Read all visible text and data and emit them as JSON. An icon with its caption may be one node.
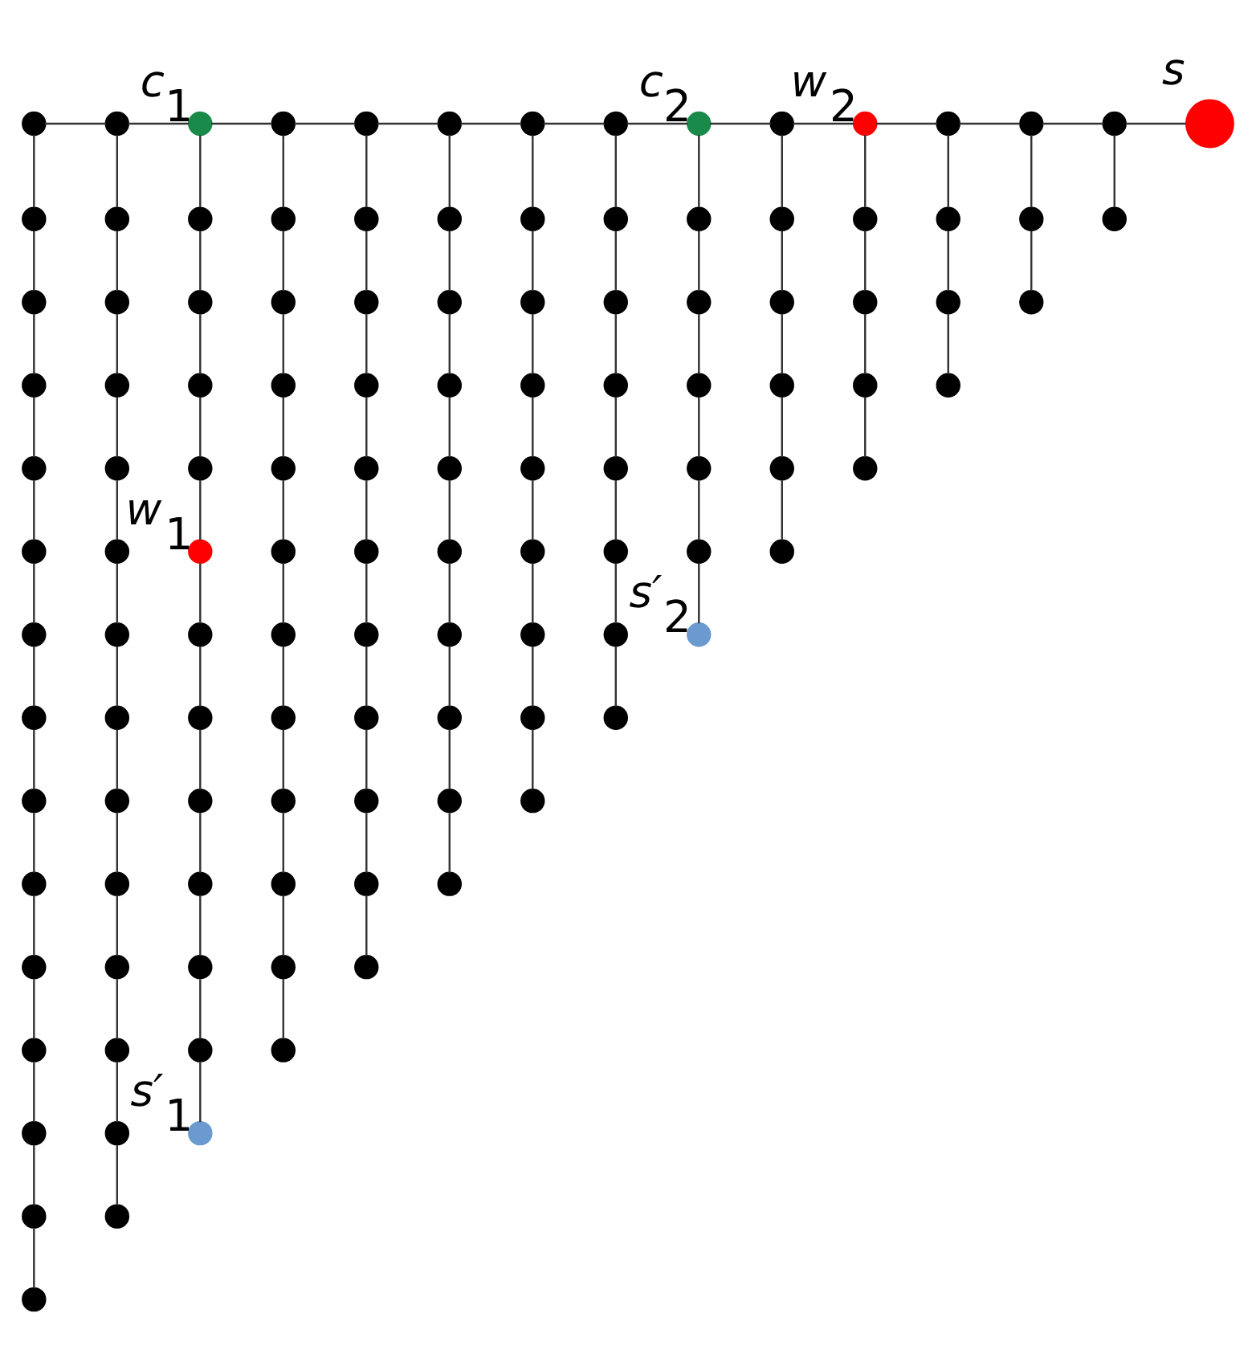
{
  "diagram": {
    "nodes": [
      {
        "text": [],
        "shape": "circle"
      },
      {
        "text": [],
        "shape": "circle"
      },
      {
        "text": [],
        "shape": "circle"
      },
      {
        "text": [],
        "shape": "circle"
      },
      {
        "text": [],
        "shape": "circle"
      },
      {
        "text": [],
        "shape": "circle"
      },
      {
        "text": [],
        "shape": "circle"
      },
      {
        "text": [],
        "shape": "circle"
      },
      {
        "text": [],
        "shape": "circle"
      },
      {
        "text": [],
        "shape": "circle"
      },
      {
        "text": [],
        "shape": "circle"
      },
      {
        "text": [],
        "shape": "circle"
      },
      {
        "text": [],
        "shape": "circle"
      },
      {
        "text": [],
        "shape": "circle"
      },
      {
        "text": [],
        "shape": "circle"
      },
      {
        "text": [],
        "shape": "circle"
      },
      {
        "text": [],
        "shape": "circle"
      },
      {
        "text": [],
        "shape": "circle"
      },
      {
        "text": [],
        "shape": "circle"
      },
      {
        "text": [],
        "shape": "circle"
      },
      {
        "text": [],
        "shape": "circle"
      },
      {
        "text": [],
        "shape": "circle"
      },
      {
        "text": [],
        "shape": "circle"
      },
      {
        "text": [],
        "shape": "circle"
      },
      {
        "text": [],
        "shape": "circle"
      },
      {
        "text": [],
        "shape": "circle"
      },
      {
        "text": [],
        "shape": "circle"
      },
      {
        "text": [],
        "shape": "circle"
      },
      {
        "text": [],
        "shape": "circle"
      },
      {
        "text": [],
        "shape": "circle",
        "beside": [
          "*c*$_{1}$"
        ]
      },
      {
        "text": [],
        "shape": "circle"
      },
      {
        "text": [],
        "shape": "circle"
      },
      {
        "text": [],
        "shape": "circle"
      },
      {
        "text": [],
        "shape": "circle"
      },
      {
        "text": [],
        "shape": "circle",
        "beside": [
          "*w*$_{1}$"
        ]
      },
      {
        "text": [],
        "shape": "circle"
      },
      {
        "text": [],
        "shape": "circle"
      },
      {
        "text": [],
        "shape": "circle"
      },
      {
        "text": [],
        "shape": "circle"
      },
      {
        "text": [],
        "shape": "circle"
      },
      {
        "text": [],
        "shape": "circle"
      },
      {
        "text": [],
        "shape": "circle",
        "beside": [
          "*s′*$_{1}$"
        ]
      },
      {
        "text": [],
        "shape": "circle"
      },
      {
        "text": [],
        "shape": "circle"
      },
      {
        "text": [],
        "shape": "circle"
      },
      {
        "text": [],
        "shape": "circle"
      },
      {
        "text": [],
        "shape": "circle"
      },
      {
        "text": [],
        "shape": "circle"
      },
      {
        "text": [],
        "shape": "circle"
      },
      {
        "text": [],
        "shape": "circle"
      },
      {
        "text": [],
        "shape": "circle"
      },
      {
        "text": [],
        "shape": "circle"
      },
      {
        "text": [],
        "shape": "circle"
      },
      {
        "text": [],
        "shape": "circle"
      },
      {
        "text": [],
        "shape": "circle"
      },
      {
        "text": [],
        "shape": "circle"
      },
      {
        "text": [],
        "shape": "circle"
      },
      {
        "text": [],
        "shape": "circle"
      },
      {
        "text": [],
        "shape": "circle"
      },
      {
        "text": [],
        "shape": "circle"
      },
      {
        "text": [],
        "shape": "circle"
      },
      {
        "text": [],
        "shape": "circle"
      },
      {
        "text": [],
        "shape": "circle"
      },
      {
        "text": [],
        "shape": "circle"
      },
      {
        "text": [],
        "shape": "circle"
      },
      {
        "text": [],
        "shape": "circle"
      },
      {
        "text": [],
        "shape": "circle"
      },
      {
        "text": [],
        "shape": "circle"
      },
      {
        "text": [],
        "shape": "circle"
      },
      {
        "text": [],
        "shape": "circle"
      },
      {
        "text": [],
        "shape": "circle"
      },
      {
        "text": [],
        "shape": "circle"
      },
      {
        "text": [],
        "shape": "circle"
      },
      {
        "text": [],
        "shape": "circle"
      },
      {
        "text": [],
        "shape": "circle"
      },
      {
        "text": [],
        "shape": "circle"
      },
      {
        "text": [],
        "shape": "circle"
      },
      {
        "text": [],
        "shape": "circle"
      },
      {
        "text": [],
        "shape": "circle"
      },
      {
        "text": [],
        "shape": "circle"
      },
      {
        "text": [],
        "shape": "circle"
      },
      {
        "text": [],
        "shape": "circle"
      },
      {
        "text": [],
        "shape": "circle"
      },
      {
        "text": [],
        "shape": "circle"
      },
      {
        "text": [],
        "shape": "circle"
      },
      {
        "text": [],
        "shape": "circle"
      },
      {
        "text": [],
        "shape": "circle"
      },
      {
        "text": [],
        "shape": "circle"
      },
      {
        "text": [],
        "shape": "circle"
      },
      {
        "text": [],
        "shape": "circle"
      },
      {
        "text": [],
        "shape": "circle"
      },
      {
        "text": [],
        "shape": "circle"
      },
      {
        "text": [],
        "shape": "circle",
        "beside": [
          "*c*$_{2}$"
        ]
      },
      {
        "text": [],
        "shape": "circle"
      },
      {
        "text": [],
        "shape": "circle"
      },
      {
        "text": [],
        "shape": "circle"
      },
      {
        "text": [],
        "shape": "circle"
      },
      {
        "text": [],
        "shape": "circle"
      },
      {
        "text": [],
        "shape": "circle",
        "beside": [
          "*s′*$_{2}$"
        ]
      },
      {
        "text": [],
        "shape": "circle"
      },
      {
        "text": [],
        "shape": "circle"
      },
      {
        "text": [],
        "shape": "circle"
      },
      {
        "text": [],
        "shape": "circle"
      },
      {
        "text": [],
        "shape": "circle"
      },
      {
        "text": [],
        "shape": "circle"
      },
      {
        "text": [],
        "shape": "circle",
        "beside": [
          "*w*$_{2}$"
        ]
      },
      {
        "text": [],
        "shape": "circle"
      },
      {
        "text": [],
        "shape": "circle"
      },
      {
        "text": [],
        "shape": "circle"
      },
      {
        "text": [],
        "shape": "circle"
      },
      {
        "text": [],
        "shape": "circle"
      },
      {
        "text": [],
        "shape": "circle"
      },
      {
        "text": [],
        "shape": "circle"
      },
      {
        "text": [],
        "shape": "circle"
      },
      {
        "text": [],
        "shape": "circle"
      },
      {
        "text": [],
        "shape": "circle"
      },
      {
        "text": [],
        "shape": "circle"
      },
      {
        "text": [],
        "shape": "circle"
      },
      {
        "text": [],
        "shape": "circle"
      },
      {
        "text": [],
        "shape": "circle",
        "beside": [
          "*s*"
        ]
      }
    ],
    "edges": [
      {
        "from": 0,
        "to": 15,
        "arrow": "none"
      },
      {
        "from": 15,
        "to": 29,
        "arrow": "none"
      },
      {
        "from": 29,
        "to": 42,
        "arrow": "none"
      },
      {
        "from": 42,
        "to": 54,
        "arrow": "none"
      },
      {
        "from": 54,
        "to": 65,
        "arrow": "none"
      },
      {
        "from": 65,
        "to": 75,
        "arrow": "none"
      },
      {
        "from": 75,
        "to": 84,
        "arrow": "none"
      },
      {
        "from": 84,
        "to": 92,
        "arrow": "none"
      },
      {
        "from": 92,
        "to": 99,
        "arrow": "none"
      },
      {
        "from": 99,
        "to": 105,
        "arrow": "none"
      },
      {
        "from": 105,
        "to": 110,
        "arrow": "none"
      },
      {
        "from": 110,
        "to": 114,
        "arrow": "none"
      },
      {
        "from": 114,
        "to": 117,
        "arrow": "none"
      },
      {
        "from": 117,
        "to": 119,
        "arrow": "none"
      },
      {
        "from": 0,
        "to": 1,
        "arrow": "none"
      },
      {
        "from": 1,
        "to": 2,
        "arrow": "none"
      },
      {
        "from": 2,
        "to": 3,
        "arrow": "none"
      },
      {
        "from": 3,
        "to": 4,
        "arrow": "none"
      },
      {
        "from": 4,
        "to": 5,
        "arrow": "none"
      },
      {
        "from": 5,
        "to": 6,
        "arrow": "none"
      },
      {
        "from": 6,
        "to": 7,
        "arrow": "none"
      },
      {
        "from": 7,
        "to": 8,
        "arrow": "none"
      },
      {
        "from": 8,
        "to": 9,
        "arrow": "none"
      },
      {
        "from": 9,
        "to": 10,
        "arrow": "none"
      },
      {
        "from": 10,
        "to": 11,
        "arrow": "none"
      },
      {
        "from": 11,
        "to": 12,
        "arrow": "none"
      },
      {
        "from": 12,
        "to": 13,
        "arrow": "none"
      },
      {
        "from": 13,
        "to": 14,
        "arrow": "none"
      },
      {
        "from": 15,
        "to": 16,
        "arrow": "none"
      },
      {
        "from": 16,
        "to": 17,
        "arrow": "none"
      },
      {
        "from": 17,
        "to": 18,
        "arrow": "none"
      },
      {
        "from": 18,
        "to": 19,
        "arrow": "none"
      },
      {
        "from": 19,
        "to": 20,
        "arrow": "none"
      },
      {
        "from": 20,
        "to": 21,
        "arrow": "none"
      },
      {
        "from": 21,
        "to": 22,
        "arrow": "none"
      },
      {
        "from": 22,
        "to": 23,
        "arrow": "none"
      },
      {
        "from": 23,
        "to": 24,
        "arrow": "none"
      },
      {
        "from": 24,
        "to": 25,
        "arrow": "none"
      },
      {
        "from": 25,
        "to": 26,
        "arrow": "none"
      },
      {
        "from": 26,
        "to": 27,
        "arrow": "none"
      },
      {
        "from": 27,
        "to": 28,
        "arrow": "none"
      },
      {
        "from": 29,
        "to": 30,
        "arrow": "none"
      },
      {
        "from": 30,
        "to": 31,
        "arrow": "none"
      },
      {
        "from": 31,
        "to": 32,
        "arrow": "none"
      },
      {
        "from": 32,
        "to": 33,
        "arrow": "none"
      },
      {
        "from": 33,
        "to": 34,
        "arrow": "none"
      },
      {
        "from": 34,
        "to": 35,
        "arrow": "none"
      },
      {
        "from": 35,
        "to": 36,
        "arrow": "none"
      },
      {
        "from": 36,
        "to": 37,
        "arrow": "none"
      },
      {
        "from": 37,
        "to": 38,
        "arrow": "none"
      },
      {
        "from": 38,
        "to": 39,
        "arrow": "none"
      },
      {
        "from": 39,
        "to": 40,
        "arrow": "none"
      },
      {
        "from": 40,
        "to": 41,
        "arrow": "none"
      },
      {
        "from": 42,
        "to": 43,
        "arrow": "none"
      },
      {
        "from": 43,
        "to": 44,
        "arrow": "none"
      },
      {
        "from": 44,
        "to": 45,
        "arrow": "none"
      },
      {
        "from": 45,
        "to": 46,
        "arrow": "none"
      },
      {
        "from": 46,
        "to": 47,
        "arrow": "none"
      },
      {
        "from": 47,
        "to": 48,
        "arrow": "none"
      },
      {
        "from": 48,
        "to": 49,
        "arrow": "none"
      },
      {
        "from": 49,
        "to": 50,
        "arrow": "none"
      },
      {
        "from": 50,
        "to": 51,
        "arrow": "none"
      },
      {
        "from": 51,
        "to": 52,
        "arrow": "none"
      },
      {
        "from": 52,
        "to": 53,
        "arrow": "none"
      },
      {
        "from": 54,
        "to": 55,
        "arrow": "none"
      },
      {
        "from": 55,
        "to": 56,
        "arrow": "none"
      },
      {
        "from": 56,
        "to": 57,
        "arrow": "none"
      },
      {
        "from": 57,
        "to": 58,
        "arrow": "none"
      },
      {
        "from": 58,
        "to": 59,
        "arrow": "none"
      },
      {
        "from": 59,
        "to": 60,
        "arrow": "none"
      },
      {
        "from": 60,
        "to": 61,
        "arrow": "none"
      },
      {
        "from": 61,
        "to": 62,
        "arrow": "none"
      },
      {
        "from": 62,
        "to": 63,
        "arrow": "none"
      },
      {
        "from": 63,
        "to": 64,
        "arrow": "none"
      },
      {
        "from": 65,
        "to": 66,
        "arrow": "none"
      },
      {
        "from": 66,
        "to": 67,
        "arrow": "none"
      },
      {
        "from": 67,
        "to": 68,
        "arrow": "none"
      },
      {
        "from": 68,
        "to": 69,
        "arrow": "none"
      },
      {
        "from": 69,
        "to": 70,
        "arrow": "none"
      },
      {
        "from": 70,
        "to": 71,
        "arrow": "none"
      },
      {
        "from": 71,
        "to": 72,
        "arrow": "none"
      },
      {
        "from": 72,
        "to": 73,
        "arrow": "none"
      },
      {
        "from": 73,
        "to": 74,
        "arrow": "none"
      },
      {
        "from": 75,
        "to": 76,
        "arrow": "none"
      },
      {
        "from": 76,
        "to": 77,
        "arrow": "none"
      },
      {
        "from": 77,
        "to": 78,
        "arrow": "none"
      },
      {
        "from": 78,
        "to": 79,
        "arrow": "none"
      },
      {
        "from": 79,
        "to": 80,
        "arrow": "none"
      },
      {
        "from": 80,
        "to": 81,
        "arrow": "none"
      },
      {
        "from": 81,
        "to": 82,
        "arrow": "none"
      },
      {
        "from": 82,
        "to": 83,
        "arrow": "none"
      },
      {
        "from": 84,
        "to": 85,
        "arrow": "none"
      },
      {
        "from": 85,
        "to": 86,
        "arrow": "none"
      },
      {
        "from": 86,
        "to": 87,
        "arrow": "none"
      },
      {
        "from": 87,
        "to": 88,
        "arrow": "none"
      },
      {
        "from": 88,
        "to": 89,
        "arrow": "none"
      },
      {
        "from": 89,
        "to": 90,
        "arrow": "none"
      },
      {
        "from": 90,
        "to": 91,
        "arrow": "none"
      },
      {
        "from": 92,
        "to": 93,
        "arrow": "none"
      },
      {
        "from": 93,
        "to": 94,
        "arrow": "none"
      },
      {
        "from": 94,
        "to": 95,
        "arrow": "none"
      },
      {
        "from": 95,
        "to": 96,
        "arrow": "none"
      },
      {
        "from": 96,
        "to": 97,
        "arrow": "none"
      },
      {
        "from": 97,
        "to": 98,
        "arrow": "none"
      },
      {
        "from": 99,
        "to": 100,
        "arrow": "none"
      },
      {
        "from": 100,
        "to": 101,
        "arrow": "none"
      },
      {
        "from": 101,
        "to": 102,
        "arrow": "none"
      },
      {
        "from": 102,
        "to": 103,
        "arrow": "none"
      },
      {
        "from": 103,
        "to": 104,
        "arrow": "none"
      },
      {
        "from": 105,
        "to": 106,
        "arrow": "none"
      },
      {
        "from": 106,
        "to": 107,
        "arrow": "none"
      },
      {
        "from": 107,
        "to": 108,
        "arrow": "none"
      },
      {
        "from": 108,
        "to": 109,
        "arrow": "none"
      },
      {
        "from": 110,
        "to": 111,
        "arrow": "none"
      },
      {
        "from": 111,
        "to": 112,
        "arrow": "none"
      },
      {
        "from": 112,
        "to": 113,
        "arrow": "none"
      },
      {
        "from": 114,
        "to": 115,
        "arrow": "none"
      },
      {
        "from": 115,
        "to": 116,
        "arrow": "none"
      },
      {
        "from": 117,
        "to": 118,
        "arrow": "none"
      }
    ]
  }
}
